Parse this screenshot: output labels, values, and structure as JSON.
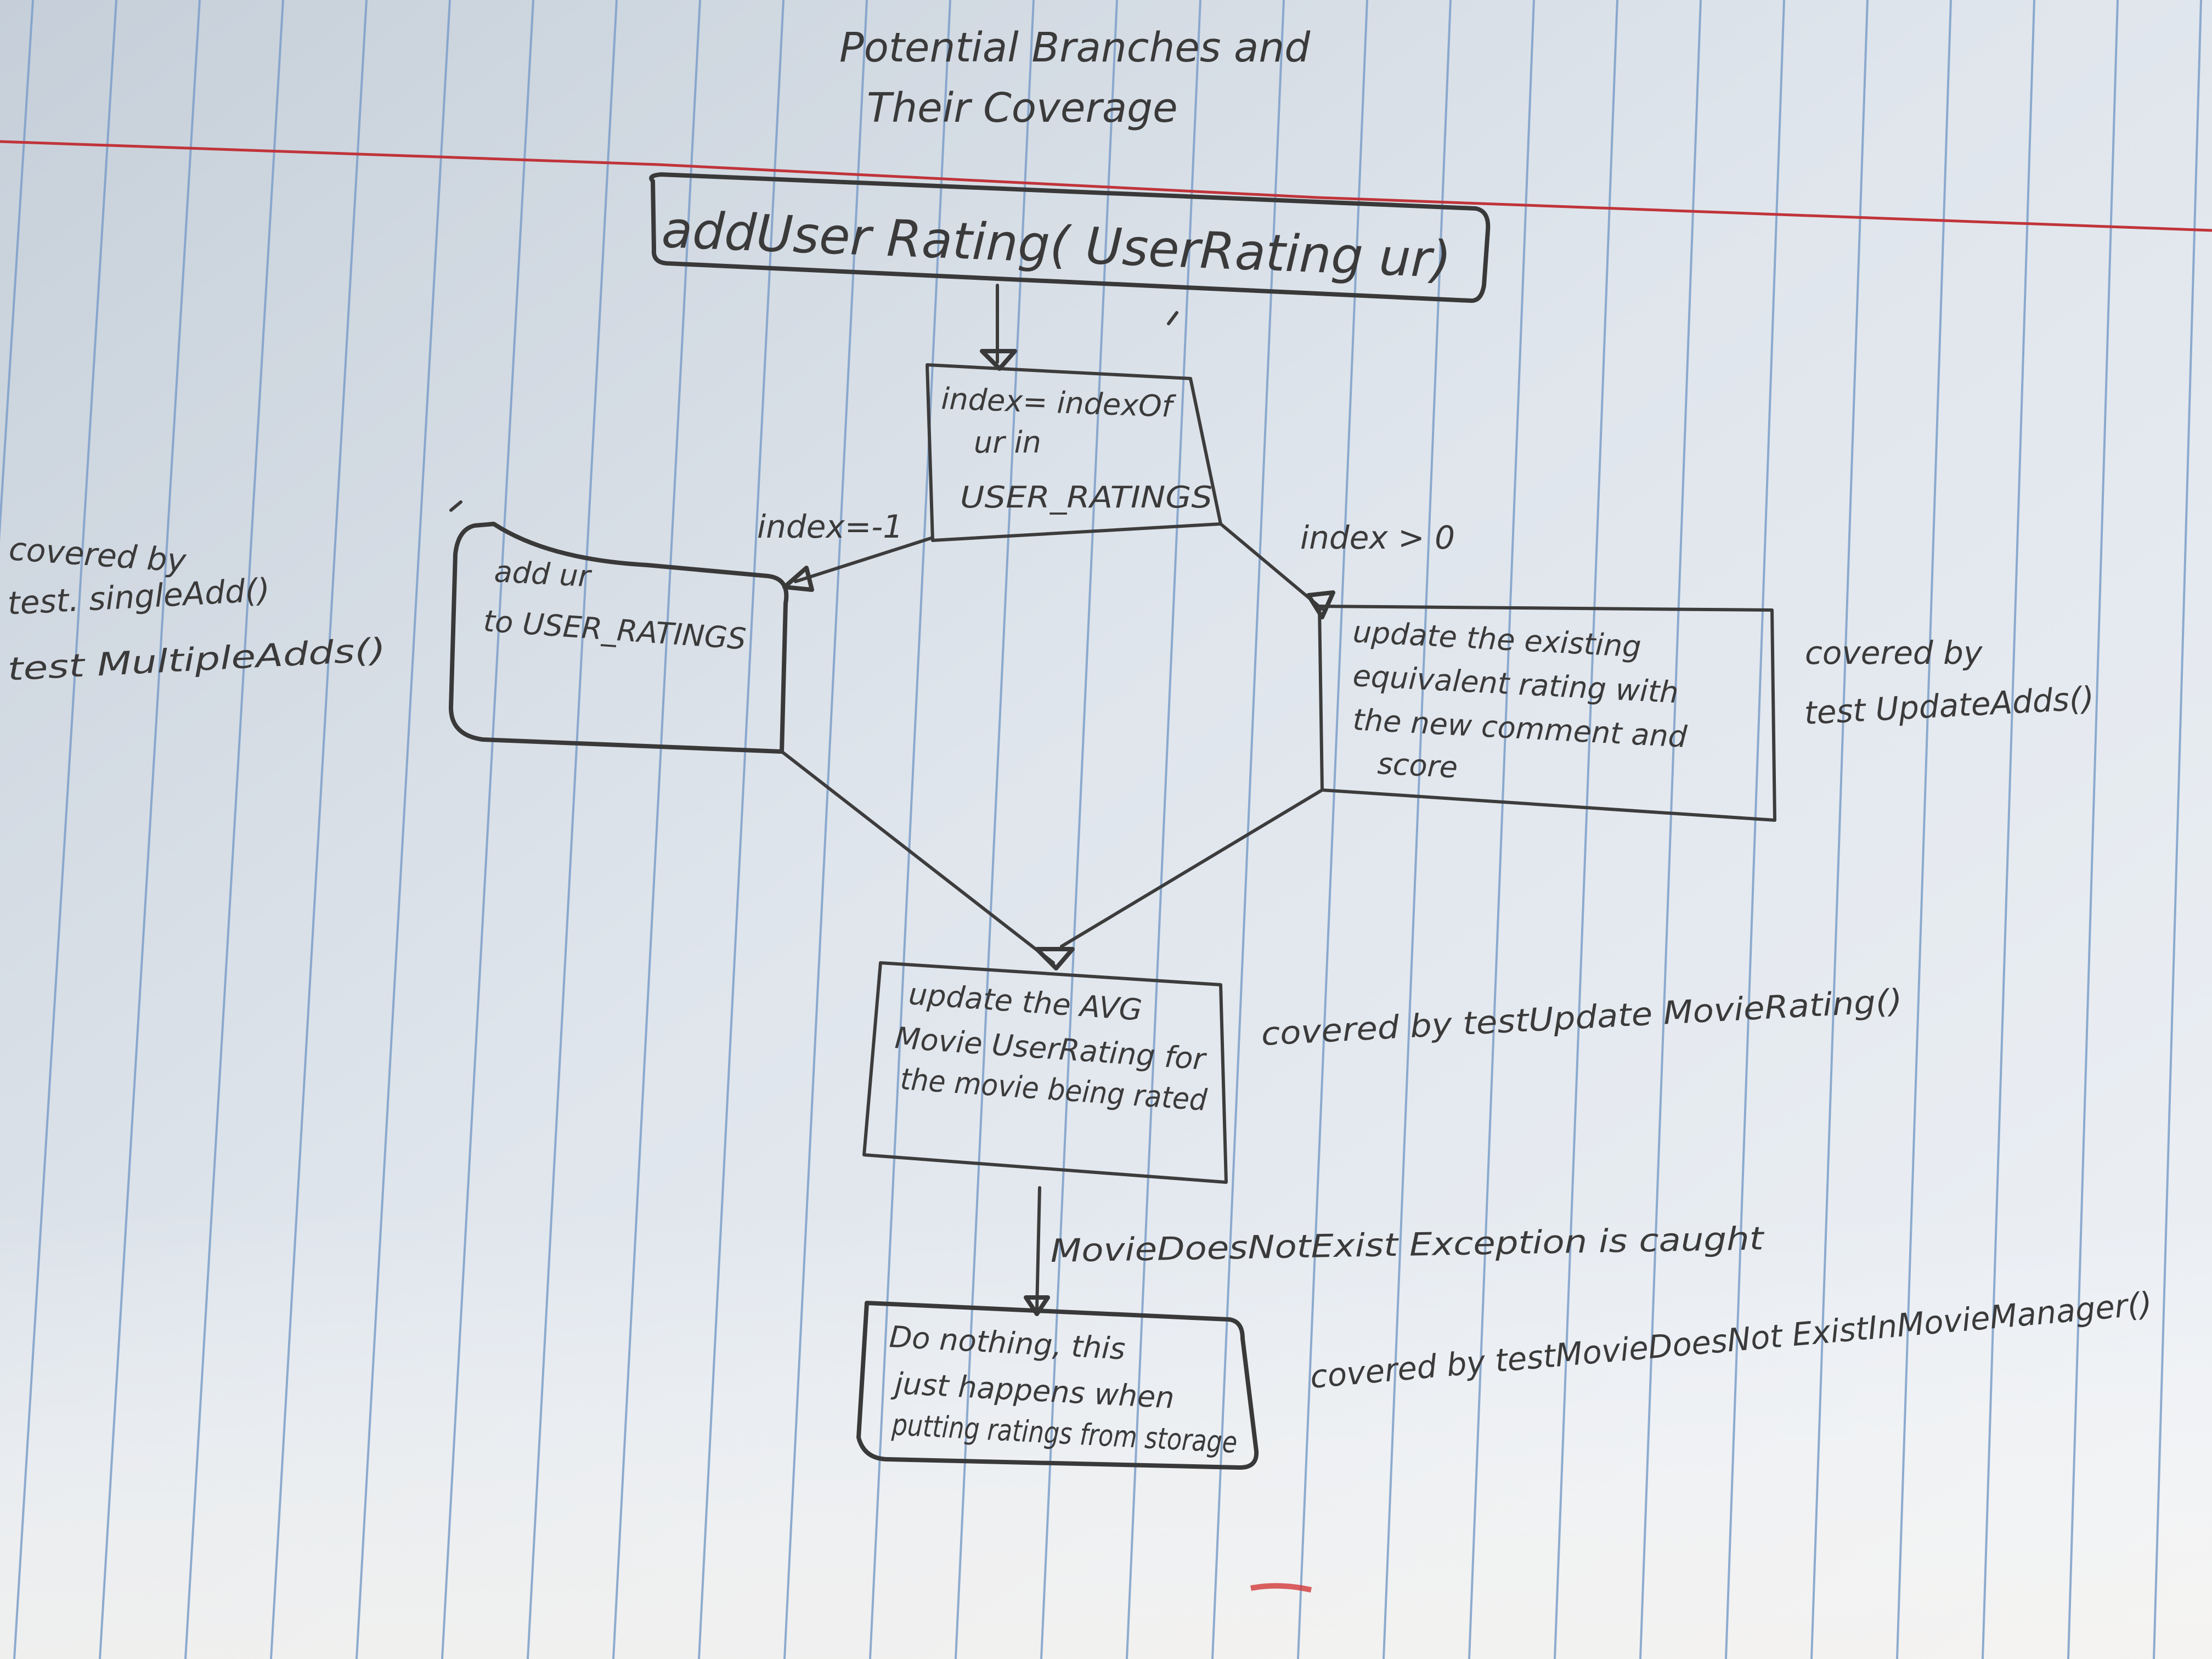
{
  "title": {
    "line1": "Potential Branches and",
    "line2": "Their Coverage"
  },
  "nodes": {
    "start": "addUser Rating( UserRating ur)",
    "index": [
      "index= indexOf",
      "ur in",
      "USER_RATINGS"
    ],
    "add": [
      "add ur",
      "to USER_RATINGS"
    ],
    "update_existing": [
      "update the existing",
      "equivalent rating with",
      "the new comment and",
      "score"
    ],
    "update_avg": [
      "update the AVG",
      "Movie UserRating for",
      "the movie being rated"
    ],
    "do_nothing": [
      "Do nothing, this",
      "just happens when",
      "putting ratings from storage"
    ]
  },
  "edges": {
    "left_condition": "index=-1",
    "right_condition": "index > 0",
    "exception": "MovieDoesNotExist Exception is caught"
  },
  "notes": {
    "left": [
      "covered by",
      "test. singleAdd()",
      "test MultipleAdds()"
    ],
    "right": [
      "covered by",
      "test UpdateAdds()"
    ],
    "avg": "covered by testUpdate MovieRating()",
    "bottom": "covered by testMovieDoesNot ExistInMovieManager()"
  },
  "colors": {
    "paper": "#e9eef4",
    "rule_line": "#7d9fc9",
    "margin_line": "#c0343a",
    "pencil": "#3d3c3c"
  }
}
